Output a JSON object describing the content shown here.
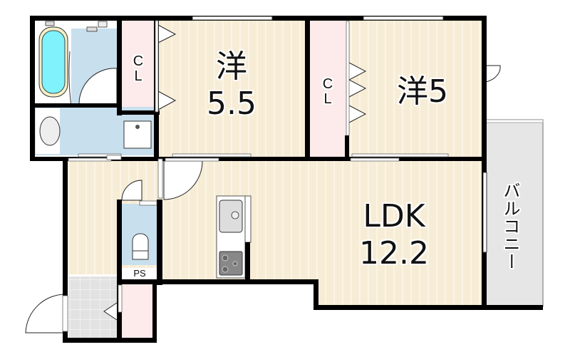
{
  "floor_plan": {
    "rooms": [
      {
        "id": "western-room-1",
        "label": "洋",
        "size": "5.5"
      },
      {
        "id": "western-room-2",
        "label": "洋",
        "size": "5"
      },
      {
        "id": "ldk",
        "label": "LDK",
        "size": "12.2"
      }
    ],
    "closets": [
      {
        "id": "closet-1",
        "label_line1": "C",
        "label_line2": "L"
      },
      {
        "id": "closet-2",
        "label_line1": "C",
        "label_line2": "L"
      }
    ],
    "ps": {
      "label": "PS"
    },
    "balcony": {
      "label": "バルコニー"
    },
    "colors": {
      "floor": "#f7ecd5",
      "floor_stripe": "#fbf4e6",
      "closet": "#fdeaea",
      "wet_area": "#c8dfee",
      "bathtub": "#7ff2fb",
      "balcony": "#e6e6e6",
      "entrance_tile": "#e3e3e3",
      "wall": "#000000"
    }
  }
}
